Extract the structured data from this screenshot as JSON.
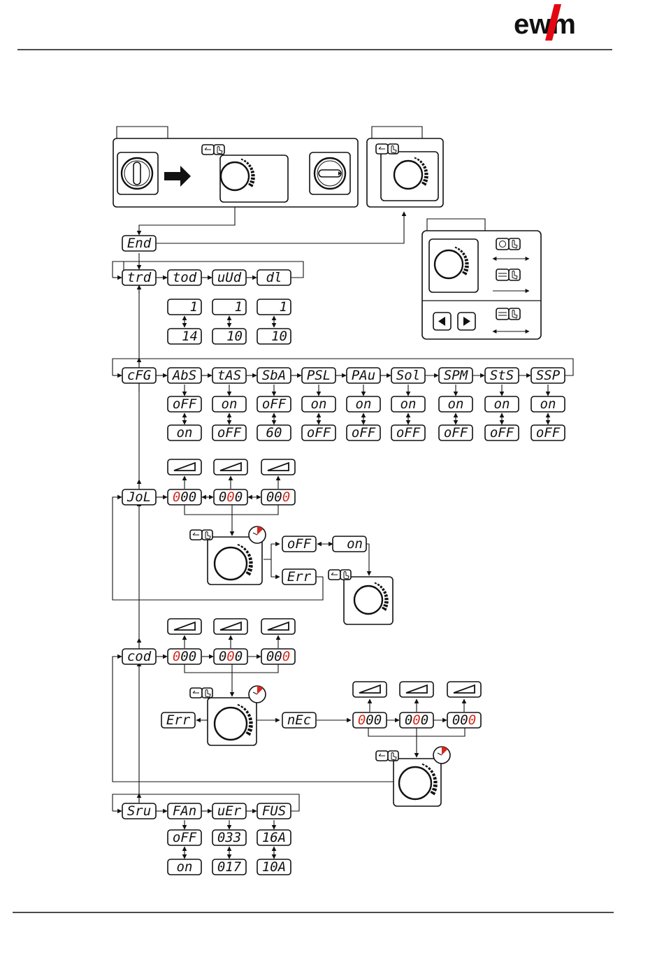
{
  "brand": {
    "logo_text": "ewm",
    "accent_color": "#e30613"
  },
  "colors": {
    "digit_red": "#d32a1f",
    "line": "#111111"
  },
  "menu": {
    "end": "End",
    "trd": {
      "label": "trd",
      "params": [
        {
          "name": "tod",
          "v1": "1",
          "v2": "14"
        },
        {
          "name": "uUd",
          "v1": "1",
          "v2": "10"
        },
        {
          "name": "dl",
          "v1": "1",
          "v2": "10"
        }
      ]
    },
    "cfg": {
      "label": "cFG",
      "params": [
        {
          "name": "AbS",
          "v1": "oFF",
          "v2": "on"
        },
        {
          "name": "tAS",
          "v1": "on",
          "v2": "oFF"
        },
        {
          "name": "SbA",
          "v1": "oFF",
          "v2": "60"
        },
        {
          "name": "PSL",
          "v1": "on",
          "v2": "oFF"
        },
        {
          "name": "PAu",
          "v1": "on",
          "v2": "oFF"
        },
        {
          "name": "Sol",
          "v1": "on",
          "v2": "oFF"
        },
        {
          "name": "SPM",
          "v1": "on",
          "v2": "oFF"
        },
        {
          "name": "StS",
          "v1": "on",
          "v2": "oFF"
        },
        {
          "name": "SSP",
          "v1": "on",
          "v2": "oFF"
        }
      ]
    },
    "jol": {
      "label": "JoL",
      "digits": [
        "000",
        "000",
        "000"
      ],
      "off": "oFF",
      "on": "on",
      "err": "Err"
    },
    "cod": {
      "label": "cod",
      "digits": [
        "000",
        "000",
        "000"
      ],
      "err": "Err",
      "nec": "nEc",
      "new_digits": [
        "000",
        "000",
        "000"
      ]
    },
    "srv": {
      "label": "Sru",
      "params": [
        {
          "name": "FAn",
          "v1": "oFF",
          "v2": "on"
        },
        {
          "name": "uEr",
          "v1": "033",
          "v2": "017"
        },
        {
          "name": "FUS",
          "v1": "16A",
          "v2": "10A"
        }
      ]
    }
  }
}
